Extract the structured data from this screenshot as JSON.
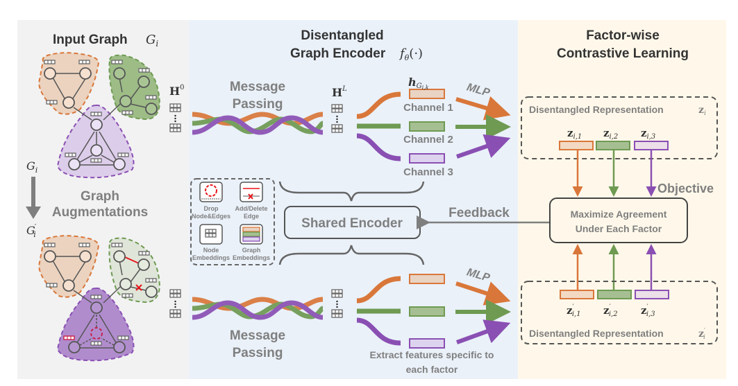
{
  "left_panel": {
    "title": "Input Graph",
    "title_math": "G",
    "title_math_sub": "i",
    "arrow_top_label": "G",
    "arrow_top_sub": "i",
    "aug_line1": "Graph",
    "aug_line2": "Augmentations",
    "aug_graph_label": "G",
    "aug_graph_sup": "′",
    "aug_graph_sub": "i"
  },
  "middle_panel": {
    "title_line1": "Disentangled",
    "title_line2": "Graph Encoder",
    "title_math": "f",
    "title_math_sub": "θ",
    "title_math_tail": "(·)",
    "h0_label": "H",
    "h0_sup": "0",
    "hL_label": "H",
    "hL_sup": "L",
    "mp_top_line1": "Message",
    "mp_top_line2": "Passing",
    "mp_bottom_line1": "Message",
    "mp_bottom_line2": "Passing",
    "h_label": "h",
    "h_sub": "G",
    "h_sub2": "i,k",
    "channels": [
      "Channel 1",
      "Channel 2",
      "Channel 3"
    ],
    "mlp_top": "MLP",
    "mlp_bottom": "MLP",
    "shared_encoder": "Shared Encoder",
    "feedback": "Feedback",
    "extract_line1": "Extract features specific to",
    "extract_line2": "each factor",
    "legend": {
      "drop_line1": "Drop",
      "drop_line2": "Node&Edges",
      "adddel_line1": "Add/Delete",
      "adddel_line2": "Edge",
      "node_line1": "Node",
      "node_line2": "Embeddings",
      "graph_line1": "Graph",
      "graph_line2": "Embeddings"
    }
  },
  "right_panel": {
    "title_line1": "Factor-wise",
    "title_line2": "Contrastive Learning",
    "rep_top": "Disentangled Representation",
    "rep_top_math": "z",
    "rep_top_sub": "i",
    "rep_bottom": "Disentangled Representation",
    "rep_bottom_math": "z",
    "rep_bottom_sup": "′",
    "rep_bottom_sub": "i",
    "z_top": [
      "i,1",
      "i,2",
      "i,3"
    ],
    "z_bottom": [
      "i,1",
      "i,2",
      "i,3"
    ],
    "z_base": "z",
    "z_prime": "′",
    "objective": "Objective",
    "agree_line1": "Maximize Agreement",
    "agree_line2": "Under Each Factor"
  },
  "colors": {
    "orange": "#d9773a",
    "green": "#6e9a52",
    "purple": "#8a4fb3",
    "orange_fill": "#f2d9c4",
    "green_fill": "#a8c194",
    "purple_fill": "#e2d6ee",
    "text_gray": "#7f7f7f",
    "text_dark": "#333333",
    "red": "#e8141a"
  }
}
